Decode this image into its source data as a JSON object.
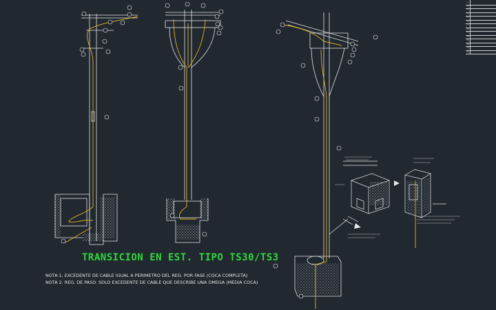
{
  "title": "TRANSICION EN EST. TIPO TS30/TS3",
  "notes": [
    "NOTA 1. EXCEDENTE DE CABLE IGUAL A PERIMETRO DEL REG. POR FASE (COCA COMPLETA)",
    "NOTA 2. REG. DE PASO. SOLO EXCEDENTE DE CABLE QUE DESCRIBE UNA OMEGA (MEDIA COCA)"
  ],
  "legend_rows": [
    "1",
    "2",
    "3",
    "4",
    "5",
    "6",
    "7",
    "8",
    "9",
    "10",
    "11",
    "12",
    "13",
    "14"
  ],
  "colors": {
    "background": "#212830",
    "linework": "#e8e8e8",
    "cable": "#e6b422",
    "title": "#2fd83a"
  }
}
